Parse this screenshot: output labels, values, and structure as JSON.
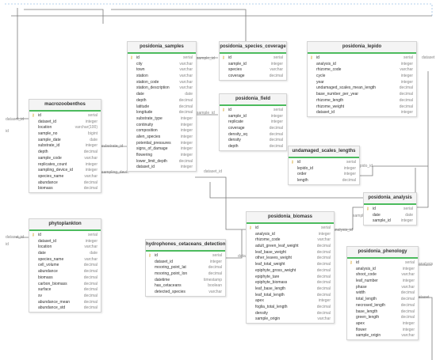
{
  "tables": [
    {
      "id": "posidonia_samples",
      "title": "posidonia_samples",
      "columns": [
        {
          "name": "id",
          "type": "serial",
          "key": true
        },
        {
          "name": "city",
          "type": "varchar"
        },
        {
          "name": "town",
          "type": "varchar"
        },
        {
          "name": "station",
          "type": "varchar"
        },
        {
          "name": "station_code",
          "type": "varchar"
        },
        {
          "name": "station_description",
          "type": "varchar"
        },
        {
          "name": "date",
          "type": "date"
        },
        {
          "name": "depth",
          "type": "decimal"
        },
        {
          "name": "latitude",
          "type": "decimal"
        },
        {
          "name": "longitude",
          "type": "decimal"
        },
        {
          "name": "substrate_type",
          "type": "integer"
        },
        {
          "name": "continuity",
          "type": "integer"
        },
        {
          "name": "composition",
          "type": "integer"
        },
        {
          "name": "alien_species",
          "type": "integer"
        },
        {
          "name": "potential_pressures",
          "type": "integer"
        },
        {
          "name": "signs_of_damage",
          "type": "integer"
        },
        {
          "name": "flowering",
          "type": "integer"
        },
        {
          "name": "lower_limit_depth",
          "type": "decimal"
        },
        {
          "name": "dataset_id",
          "type": "integer"
        }
      ]
    },
    {
      "id": "posidonia_species_coverage",
      "title": "posidonia_species_coverage",
      "columns": [
        {
          "name": "id",
          "type": "serial",
          "key": true
        },
        {
          "name": "sample_id",
          "type": "integer"
        },
        {
          "name": "species",
          "type": "varchar"
        },
        {
          "name": "coverage",
          "type": "decimal"
        }
      ]
    },
    {
      "id": "posidonia_lepido",
      "title": "posidonia_lepido",
      "columns": [
        {
          "name": "id",
          "type": "serial",
          "key": true
        },
        {
          "name": "analysis_id",
          "type": "integer"
        },
        {
          "name": "rhizome_code",
          "type": "varchar"
        },
        {
          "name": "cycle",
          "type": "integer"
        },
        {
          "name": "year",
          "type": "integer"
        },
        {
          "name": "undamaged_scales_mean_length",
          "type": "decimal"
        },
        {
          "name": "base_number_per_year",
          "type": "decimal"
        },
        {
          "name": "rhizome_length",
          "type": "decimal"
        },
        {
          "name": "rhizome_weight",
          "type": "decimal"
        },
        {
          "name": "dataset_id",
          "type": "integer"
        }
      ]
    },
    {
      "id": "posidonia_field",
      "title": "posidonia_field",
      "columns": [
        {
          "name": "id",
          "type": "serial",
          "key": true
        },
        {
          "name": "sample_id",
          "type": "integer"
        },
        {
          "name": "replicate",
          "type": "integer"
        },
        {
          "name": "coverage",
          "type": "decimal"
        },
        {
          "name": "density_sq",
          "type": "decimal"
        },
        {
          "name": "density",
          "type": "decimal"
        },
        {
          "name": "depth",
          "type": "decimal"
        }
      ]
    },
    {
      "id": "macrozoobenthos",
      "title": "macrozoobenthos",
      "columns": [
        {
          "name": "id",
          "type": "serial",
          "key": true
        },
        {
          "name": "dataset_id",
          "type": "integer"
        },
        {
          "name": "location",
          "type": "varchar(100)"
        },
        {
          "name": "sample_no",
          "type": "bigint"
        },
        {
          "name": "sample_date",
          "type": "date"
        },
        {
          "name": "substrate_id",
          "type": "integer"
        },
        {
          "name": "depth",
          "type": "decimal"
        },
        {
          "name": "sample_code",
          "type": "varchar"
        },
        {
          "name": "replicates_count",
          "type": "integer"
        },
        {
          "name": "sampling_device_id",
          "type": "integer"
        },
        {
          "name": "species_name",
          "type": "varchar"
        },
        {
          "name": "abundance",
          "type": "decimal"
        },
        {
          "name": "biomass",
          "type": "decimal"
        }
      ]
    },
    {
      "id": "undamaged_scales_lengths",
      "title": "undamaged_scales_lengths",
      "columns": [
        {
          "name": "id",
          "type": "serial",
          "key": true
        },
        {
          "name": "lepido_id",
          "type": "integer"
        },
        {
          "name": "order",
          "type": "integer"
        },
        {
          "name": "length",
          "type": "decimal"
        }
      ]
    },
    {
      "id": "posidonia_analysis",
      "title": "posidonia_analysis",
      "columns": [
        {
          "name": "id",
          "type": "serial",
          "key": true
        },
        {
          "name": "date",
          "type": "date"
        },
        {
          "name": "sample_id",
          "type": "integer"
        }
      ]
    },
    {
      "id": "phytoplankton",
      "title": "phytoplankton",
      "columns": [
        {
          "name": "id",
          "type": "serial",
          "key": true
        },
        {
          "name": "dataset_id",
          "type": "integer"
        },
        {
          "name": "location",
          "type": "varchar"
        },
        {
          "name": "date",
          "type": "date"
        },
        {
          "name": "species_name",
          "type": "varchar"
        },
        {
          "name": "cell_volume",
          "type": "decimal"
        },
        {
          "name": "abundance",
          "type": "decimal"
        },
        {
          "name": "biomass",
          "type": "decimal"
        },
        {
          "name": "carbon_biomass",
          "type": "decimal"
        },
        {
          "name": "surface",
          "type": "decimal"
        },
        {
          "name": "sv",
          "type": "decimal"
        },
        {
          "name": "abundance_mean",
          "type": "decimal"
        },
        {
          "name": "abundance_std",
          "type": "decimal"
        }
      ]
    },
    {
      "id": "posidonia_biomass",
      "title": "posidonia_biomass",
      "columns": [
        {
          "name": "id",
          "type": "serial",
          "key": true
        },
        {
          "name": "analysis_id",
          "type": "integer"
        },
        {
          "name": "rhizome_code",
          "type": "varchar"
        },
        {
          "name": "adult_green_leaf_weight",
          "type": "decimal"
        },
        {
          "name": "leaf_base_weight",
          "type": "decimal"
        },
        {
          "name": "other_leaves_weight",
          "type": "decimal"
        },
        {
          "name": "leaf_total_weight",
          "type": "decimal"
        },
        {
          "name": "epiphyte_gross_weight",
          "type": "decimal"
        },
        {
          "name": "epiphyte_tare",
          "type": "decimal"
        },
        {
          "name": "epiphyte_biomass",
          "type": "decimal"
        },
        {
          "name": "leaf_base_length",
          "type": "decimal"
        },
        {
          "name": "leaf_total_length",
          "type": "decimal"
        },
        {
          "name": "apex",
          "type": "integer"
        },
        {
          "name": "foglia_total_length",
          "type": "decimal"
        },
        {
          "name": "density",
          "type": "decimal"
        },
        {
          "name": "sample_origin",
          "type": "varchar"
        }
      ]
    },
    {
      "id": "hydrophones_cetaceans_detection",
      "title": "hydrophones_cetaceans_detection",
      "columns": [
        {
          "name": "id",
          "type": "serial",
          "key": true
        },
        {
          "name": "dataset_id",
          "type": "integer"
        },
        {
          "name": "mooring_point_lat",
          "type": "decimal"
        },
        {
          "name": "mooring_point_lon",
          "type": "decimal"
        },
        {
          "name": "datetime",
          "type": "timestamp"
        },
        {
          "name": "has_cetaceans",
          "type": "boolean"
        },
        {
          "name": "detected_species",
          "type": "varchar"
        }
      ]
    },
    {
      "id": "posidonia_phenology",
      "title": "posidonia_phenology",
      "columns": [
        {
          "name": "id",
          "type": "serial",
          "key": true
        },
        {
          "name": "analysis_id",
          "type": "integer"
        },
        {
          "name": "shoot_code",
          "type": "varchar"
        },
        {
          "name": "leaf_number",
          "type": "integer"
        },
        {
          "name": "phase",
          "type": "varchar"
        },
        {
          "name": "width",
          "type": "decimal"
        },
        {
          "name": "total_length",
          "type": "decimal"
        },
        {
          "name": "necrosed_length",
          "type": "decimal"
        },
        {
          "name": "base_length",
          "type": "decimal"
        },
        {
          "name": "green_length",
          "type": "decimal"
        },
        {
          "name": "apex",
          "type": "integer"
        },
        {
          "name": "flower",
          "type": "integer"
        },
        {
          "name": "sample_origin",
          "type": "varchar"
        }
      ]
    }
  ],
  "fk_labels": {
    "macro_dataset": "dataset_id",
    "macro_id": "id",
    "macro_substrate": "substrate_id",
    "macro_device": "sampling_devic",
    "samples_dataset": "dataset_id",
    "coverage_sample": "sample_id",
    "field_sample": "sample_id",
    "lepido_id": "lepido_id",
    "lepido_analysis": "analysis_id",
    "phyto_dataset": "dataset_id",
    "phyto_id": "id",
    "hydro_dataset": "dataset_id",
    "biomass_analysis": "analysis_id",
    "analysis_sample": "sample_id",
    "phenology_analysis": "analysis",
    "right_ds": "dataset",
    "bottom_ds": "dataset"
  }
}
